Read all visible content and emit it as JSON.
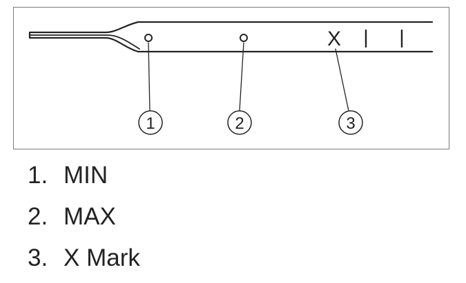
{
  "diagram": {
    "callouts": [
      {
        "number": "1"
      },
      {
        "number": "2"
      },
      {
        "number": "3"
      }
    ],
    "marks": {
      "x_mark": "X"
    }
  },
  "legend": {
    "items": [
      {
        "number": "1.",
        "label": "MIN"
      },
      {
        "number": "2.",
        "label": "MAX"
      },
      {
        "number": "3.",
        "label": "X Mark"
      }
    ]
  }
}
